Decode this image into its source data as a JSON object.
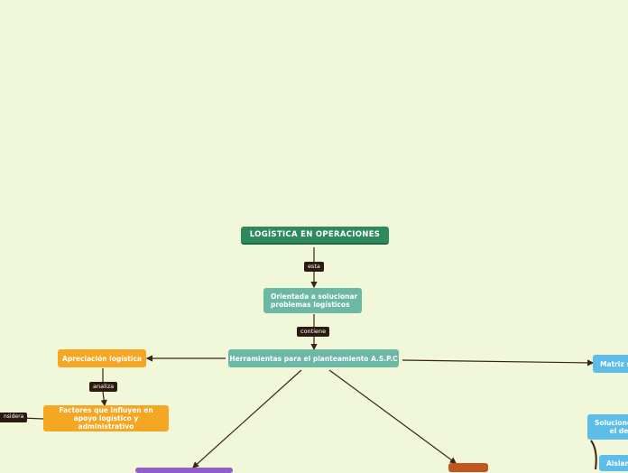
{
  "nodes": {
    "root": {
      "text": "LOGÍSTICA EN OPERACIONES",
      "color": "#2e8a5d"
    },
    "orientada": {
      "text": "Orientada a solucionar problemas logísticos",
      "color": "#6cb8a5"
    },
    "herramientas": {
      "text": "Herramientas para el planteamiento A.S.P.C",
      "color": "#6cb8a5"
    },
    "apreciacion": {
      "text": "Apreciación logística",
      "color": "#f5a623"
    },
    "factores": {
      "text": "Factores que influyen en apoyo logístico y administrativo",
      "color": "#f5a623"
    },
    "matriz": {
      "text": "Matriz s",
      "color": "#5bbde8"
    },
    "soluciones": {
      "text": "Solucione en el de",
      "color": "#5bbde8"
    },
    "aislam": {
      "text": "Aislam",
      "color": "#5bbde8"
    },
    "purple_bottom": {
      "text": "",
      "color": "#8e5fc7"
    },
    "orange_bottom": {
      "text": "",
      "color": "#c1561f"
    }
  },
  "labels": {
    "esta": "esta",
    "contiene": "contiene",
    "analiza": "analiza",
    "considera": "nsidera"
  },
  "colors": {
    "edge": "#3a2416",
    "background": "#f1f7d9"
  }
}
